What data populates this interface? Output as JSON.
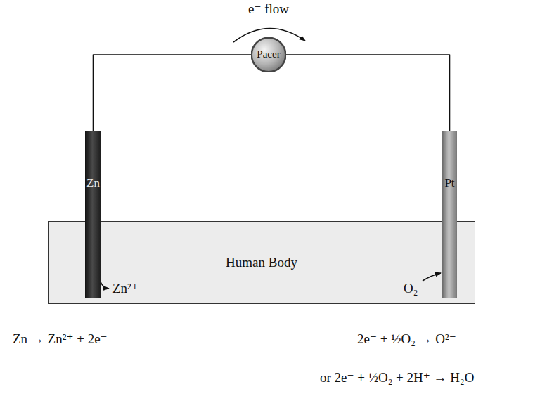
{
  "diagram": {
    "nodes": [
      {
        "text": [
          "Pacer"
        ]
      },
      {
        "text": [
          "Zn"
        ]
      },
      {
        "text": [
          "Pt"
        ]
      },
      {
        "text": [
          "Human Body"
        ]
      }
    ],
    "edges": [
      {
        "from": 1,
        "to": 0,
        "arrow": "none"
      },
      {
        "from": 0,
        "to": 2,
        "arrow": "none"
      }
    ],
    "labels": [
      "e⁻ flow",
      "Zn²⁺",
      "O₂",
      "Zn → Zn²⁺ + 2e⁻",
      "2e⁻ + ½O₂ → O²⁻",
      "or 2e⁻ + ½O₂ + 2H⁺ → H₂O"
    ]
  }
}
